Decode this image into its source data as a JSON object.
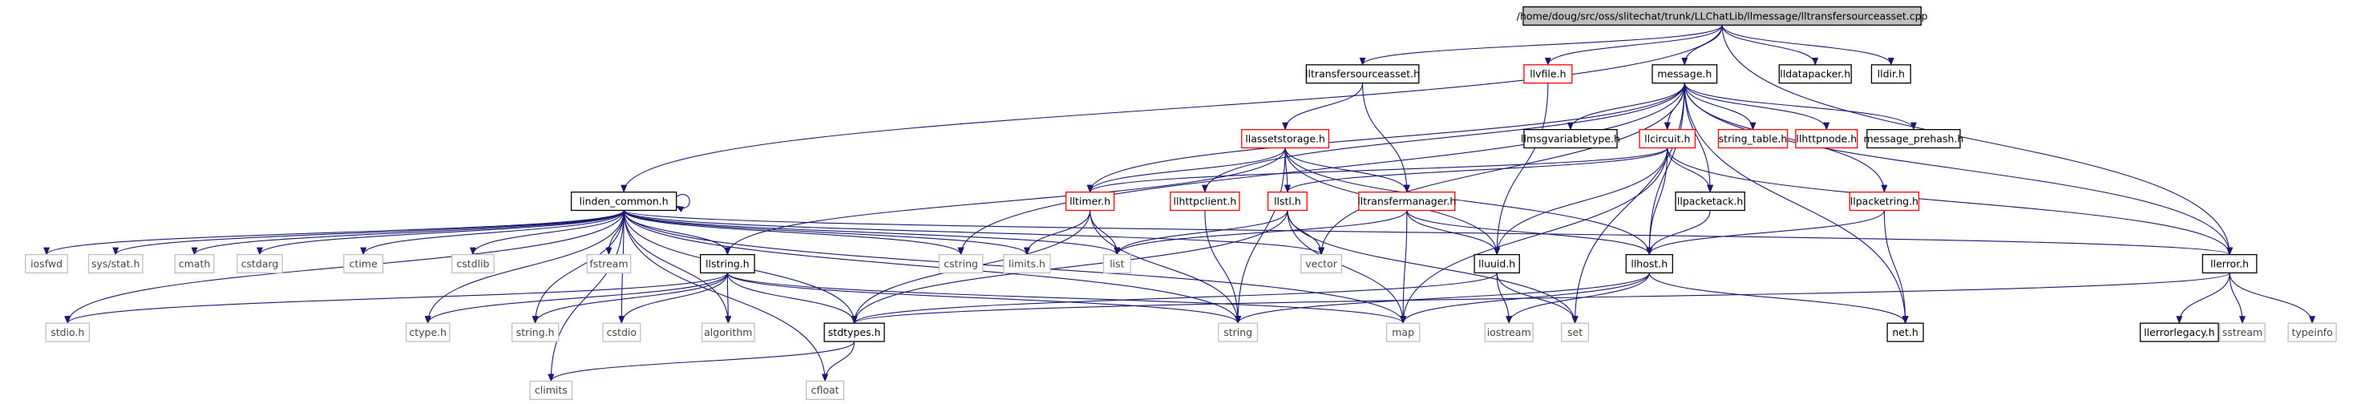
{
  "graph": {
    "edge_color": "#191970",
    "nodes": [
      {
        "id": "root",
        "label": "/home/doug/src/oss/slitechat/trunk/LLChatLib/llmessage/lltransfersourceasset.cpp",
        "style": "root",
        "link": false
      },
      {
        "id": "lltransfersourceasset_h",
        "label": "lltransfersourceasset.h",
        "style": "black",
        "link": true
      },
      {
        "id": "llvfile_h",
        "label": "llvfile.h",
        "style": "red",
        "link": true
      },
      {
        "id": "message_h",
        "label": "message.h",
        "style": "black",
        "link": true
      },
      {
        "id": "lldatapacker_h",
        "label": "lldatapacker.h",
        "style": "black",
        "link": true
      },
      {
        "id": "lldir_h",
        "label": "lldir.h",
        "style": "black",
        "link": true
      },
      {
        "id": "llassetstorage_h",
        "label": "llassetstorage.h",
        "style": "red",
        "link": true
      },
      {
        "id": "llmsgvariabletype_h",
        "label": "llmsgvariabletype.h",
        "style": "black",
        "link": true
      },
      {
        "id": "llcircuit_h",
        "label": "llcircuit.h",
        "style": "red",
        "link": true
      },
      {
        "id": "string_table_h",
        "label": "string_table.h",
        "style": "red",
        "link": true
      },
      {
        "id": "llhttpnode_h",
        "label": "llhttpnode.h",
        "style": "red",
        "link": true
      },
      {
        "id": "message_prehash_h",
        "label": "message_prehash.h",
        "style": "black",
        "link": true
      },
      {
        "id": "linden_common_h",
        "label": "linden_common.h",
        "style": "black",
        "link": true
      },
      {
        "id": "lltimer_h",
        "label": "lltimer.h",
        "style": "red",
        "link": true
      },
      {
        "id": "llhttpclient_h",
        "label": "llhttpclient.h",
        "style": "red",
        "link": true
      },
      {
        "id": "llstl_h",
        "label": "llstl.h",
        "style": "red",
        "link": true
      },
      {
        "id": "lltransfermanager_h",
        "label": "lltransfermanager.h",
        "style": "red",
        "link": true
      },
      {
        "id": "llpacketack_h",
        "label": "llpacketack.h",
        "style": "black",
        "link": true
      },
      {
        "id": "llpacketring_h",
        "label": "llpacketring.h",
        "style": "red",
        "link": true
      },
      {
        "id": "llerror_h",
        "label": "llerror.h",
        "style": "black",
        "link": true
      },
      {
        "id": "iosfwd",
        "label": "iosfwd",
        "style": "gray",
        "link": false
      },
      {
        "id": "sys_stat_h",
        "label": "sys/stat.h",
        "style": "gray",
        "link": false
      },
      {
        "id": "cmath",
        "label": "cmath",
        "style": "gray",
        "link": false
      },
      {
        "id": "cstdarg",
        "label": "cstdarg",
        "style": "gray",
        "link": false
      },
      {
        "id": "ctime",
        "label": "ctime",
        "style": "gray",
        "link": false
      },
      {
        "id": "cstdlib",
        "label": "cstdlib",
        "style": "gray",
        "link": false
      },
      {
        "id": "fstream",
        "label": "fstream",
        "style": "gray",
        "link": false
      },
      {
        "id": "llstring_h",
        "label": "llstring.h",
        "style": "black",
        "link": true
      },
      {
        "id": "cstring",
        "label": "cstring",
        "style": "gray",
        "link": false
      },
      {
        "id": "limits_h",
        "label": "limits.h",
        "style": "gray",
        "link": false
      },
      {
        "id": "list",
        "label": "list",
        "style": "gray",
        "link": false
      },
      {
        "id": "vector",
        "label": "vector",
        "style": "gray",
        "link": false
      },
      {
        "id": "lluuid_h",
        "label": "lluuid.h",
        "style": "black",
        "link": true
      },
      {
        "id": "llhost_h",
        "label": "llhost.h",
        "style": "black",
        "link": true
      },
      {
        "id": "stdio_h",
        "label": "stdio.h",
        "style": "gray",
        "link": false
      },
      {
        "id": "ctype_h",
        "label": "ctype.h",
        "style": "gray",
        "link": false
      },
      {
        "id": "string_h",
        "label": "string.h",
        "style": "gray",
        "link": false
      },
      {
        "id": "cstdio",
        "label": "cstdio",
        "style": "gray",
        "link": false
      },
      {
        "id": "algorithm",
        "label": "algorithm",
        "style": "gray",
        "link": false
      },
      {
        "id": "stdtypes_h",
        "label": "stdtypes.h",
        "style": "black",
        "link": true
      },
      {
        "id": "string",
        "label": "string",
        "style": "gray",
        "link": false
      },
      {
        "id": "map",
        "label": "map",
        "style": "gray",
        "link": false
      },
      {
        "id": "iostream",
        "label": "iostream",
        "style": "gray",
        "link": false
      },
      {
        "id": "set",
        "label": "set",
        "style": "gray",
        "link": false
      },
      {
        "id": "net_h",
        "label": "net.h",
        "style": "black",
        "link": true
      },
      {
        "id": "llerrorlegacy_h",
        "label": "llerrorlegacy.h",
        "style": "black",
        "link": true
      },
      {
        "id": "sstream",
        "label": "sstream",
        "style": "gray",
        "link": false
      },
      {
        "id": "typeinfo",
        "label": "typeinfo",
        "style": "gray",
        "link": false
      },
      {
        "id": "climits",
        "label": "climits",
        "style": "gray",
        "link": false
      },
      {
        "id": "cfloat",
        "label": "cfloat",
        "style": "gray",
        "link": false
      }
    ],
    "edges": [
      [
        "root",
        "lltransfersourceasset_h"
      ],
      [
        "root",
        "llvfile_h"
      ],
      [
        "root",
        "message_h"
      ],
      [
        "root",
        "lldatapacker_h"
      ],
      [
        "root",
        "lldir_h"
      ],
      [
        "root",
        "linden_common_h"
      ],
      [
        "root",
        "llerror_h"
      ],
      [
        "lltransfersourceasset_h",
        "llassetstorage_h"
      ],
      [
        "lltransfersourceasset_h",
        "lltransfermanager_h"
      ],
      [
        "llvfile_h",
        "lluuid_h"
      ],
      [
        "message_h",
        "llmsgvariabletype_h"
      ],
      [
        "message_h",
        "llcircuit_h"
      ],
      [
        "message_h",
        "string_table_h"
      ],
      [
        "message_h",
        "llhttpnode_h"
      ],
      [
        "message_h",
        "message_prehash_h"
      ],
      [
        "message_h",
        "lltimer_h"
      ],
      [
        "message_h",
        "llhttpclient_h"
      ],
      [
        "message_h",
        "llpacketack_h"
      ],
      [
        "message_h",
        "llpacketring_h"
      ],
      [
        "message_h",
        "llhost_h"
      ],
      [
        "message_h",
        "llerror_h"
      ],
      [
        "message_h",
        "net_h"
      ],
      [
        "message_h",
        "set"
      ],
      [
        "message_h",
        "cstring"
      ],
      [
        "message_h",
        "vector"
      ],
      [
        "llassetstorage_h",
        "lltimer_h"
      ],
      [
        "llassetstorage_h",
        "llstl_h"
      ],
      [
        "llassetstorage_h",
        "lltransfermanager_h"
      ],
      [
        "llassetstorage_h",
        "lluuid_h"
      ],
      [
        "llassetstorage_h",
        "llhost_h"
      ],
      [
        "llassetstorage_h",
        "string"
      ],
      [
        "llassetstorage_h",
        "llstring_h"
      ],
      [
        "llcircuit_h",
        "lltimer_h"
      ],
      [
        "llcircuit_h",
        "llpacketack_h"
      ],
      [
        "llcircuit_h",
        "lluuid_h"
      ],
      [
        "llcircuit_h",
        "llhost_h"
      ],
      [
        "llcircuit_h",
        "llerror_h"
      ],
      [
        "llcircuit_h",
        "map"
      ],
      [
        "llcircuit_h",
        "llstl_h"
      ],
      [
        "lltransfermanager_h",
        "list"
      ],
      [
        "lltransfermanager_h",
        "lluuid_h"
      ],
      [
        "lltransfermanager_h",
        "llhost_h"
      ],
      [
        "lltransfermanager_h",
        "map"
      ],
      [
        "linden_common_h",
        "linden_common_h"
      ],
      [
        "linden_common_h",
        "iosfwd"
      ],
      [
        "linden_common_h",
        "sys_stat_h"
      ],
      [
        "linden_common_h",
        "cmath"
      ],
      [
        "linden_common_h",
        "cstdarg"
      ],
      [
        "linden_common_h",
        "ctime"
      ],
      [
        "linden_common_h",
        "cstdlib"
      ],
      [
        "linden_common_h",
        "fstream"
      ],
      [
        "linden_common_h",
        "llstring_h"
      ],
      [
        "linden_common_h",
        "cstring"
      ],
      [
        "linden_common_h",
        "limits_h"
      ],
      [
        "linden_common_h",
        "list"
      ],
      [
        "linden_common_h",
        "vector"
      ],
      [
        "linden_common_h",
        "llerror_h"
      ],
      [
        "linden_common_h",
        "stdio_h"
      ],
      [
        "linden_common_h",
        "ctype_h"
      ],
      [
        "linden_common_h",
        "string_h"
      ],
      [
        "linden_common_h",
        "cstdio"
      ],
      [
        "linden_common_h",
        "algorithm"
      ],
      [
        "linden_common_h",
        "stdtypes_h"
      ],
      [
        "linden_common_h",
        "string"
      ],
      [
        "linden_common_h",
        "map"
      ],
      [
        "linden_common_h",
        "climits"
      ],
      [
        "linden_common_h",
        "cfloat"
      ],
      [
        "lltimer_h",
        "limits_h"
      ],
      [
        "lltimer_h",
        "list"
      ],
      [
        "lltimer_h",
        "string"
      ],
      [
        "lltimer_h",
        "stdtypes_h"
      ],
      [
        "llhttpclient_h",
        "string"
      ],
      [
        "llstl_h",
        "map"
      ],
      [
        "llstl_h",
        "set"
      ],
      [
        "llstl_h",
        "vector"
      ],
      [
        "llstl_h",
        "list"
      ],
      [
        "llstl_h",
        "stdtypes_h"
      ],
      [
        "llpacketack_h",
        "llhost_h"
      ],
      [
        "llpacketring_h",
        "llhost_h"
      ],
      [
        "llpacketring_h",
        "net_h"
      ],
      [
        "llerror_h",
        "llerrorlegacy_h"
      ],
      [
        "llerror_h",
        "sstream"
      ],
      [
        "llerror_h",
        "typeinfo"
      ],
      [
        "llerror_h",
        "stdtypes_h"
      ],
      [
        "llstring_h",
        "stdio_h"
      ],
      [
        "llstring_h",
        "ctype_h"
      ],
      [
        "llstring_h",
        "string_h"
      ],
      [
        "llstring_h",
        "cstdio"
      ],
      [
        "llstring_h",
        "algorithm"
      ],
      [
        "llstring_h",
        "stdtypes_h"
      ],
      [
        "llstring_h",
        "string"
      ],
      [
        "llstring_h",
        "map"
      ],
      [
        "lluuid_h",
        "iostream"
      ],
      [
        "lluuid_h",
        "set"
      ],
      [
        "lluuid_h",
        "stdtypes_h"
      ],
      [
        "llhost_h",
        "iostream"
      ],
      [
        "llhost_h",
        "string"
      ],
      [
        "llhost_h",
        "net_h"
      ],
      [
        "llhost_h",
        "map"
      ],
      [
        "stdtypes_h",
        "cfloat"
      ],
      [
        "stdtypes_h",
        "climits"
      ]
    ]
  }
}
